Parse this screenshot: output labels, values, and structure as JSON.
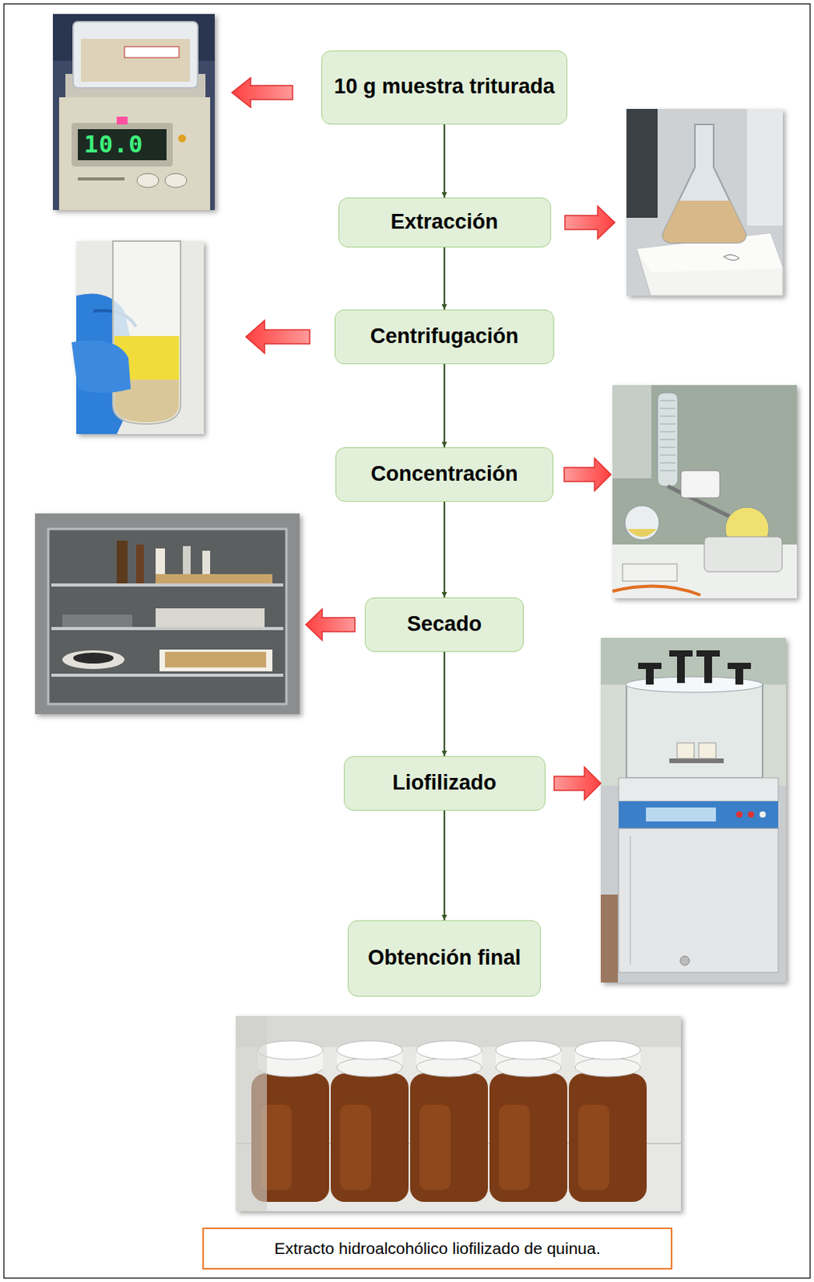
{
  "diagram": {
    "caption": "Extracto hidroalcohólico liofilizado de quinua.",
    "nodes": [
      {
        "text": [
          "10 g muestra triturada"
        ]
      },
      {
        "text": [
          "Extracción"
        ]
      },
      {
        "text": [
          "Centrifugación"
        ]
      },
      {
        "text": [
          "Concentración"
        ]
      },
      {
        "text": [
          "Secado"
        ]
      },
      {
        "text": [
          "Liofilizado"
        ]
      },
      {
        "text": [
          "Obtención final"
        ]
      }
    ],
    "edges": [
      {
        "from": 0,
        "to": 1,
        "arrow": "to"
      },
      {
        "from": 1,
        "to": 2,
        "arrow": "to"
      },
      {
        "from": 2,
        "to": 3,
        "arrow": "to"
      },
      {
        "from": 3,
        "to": 4,
        "arrow": "to"
      },
      {
        "from": 4,
        "to": 5,
        "arrow": "to"
      },
      {
        "from": 5,
        "to": 6,
        "arrow": "to"
      }
    ],
    "labels": [
      "10.0"
    ]
  }
}
